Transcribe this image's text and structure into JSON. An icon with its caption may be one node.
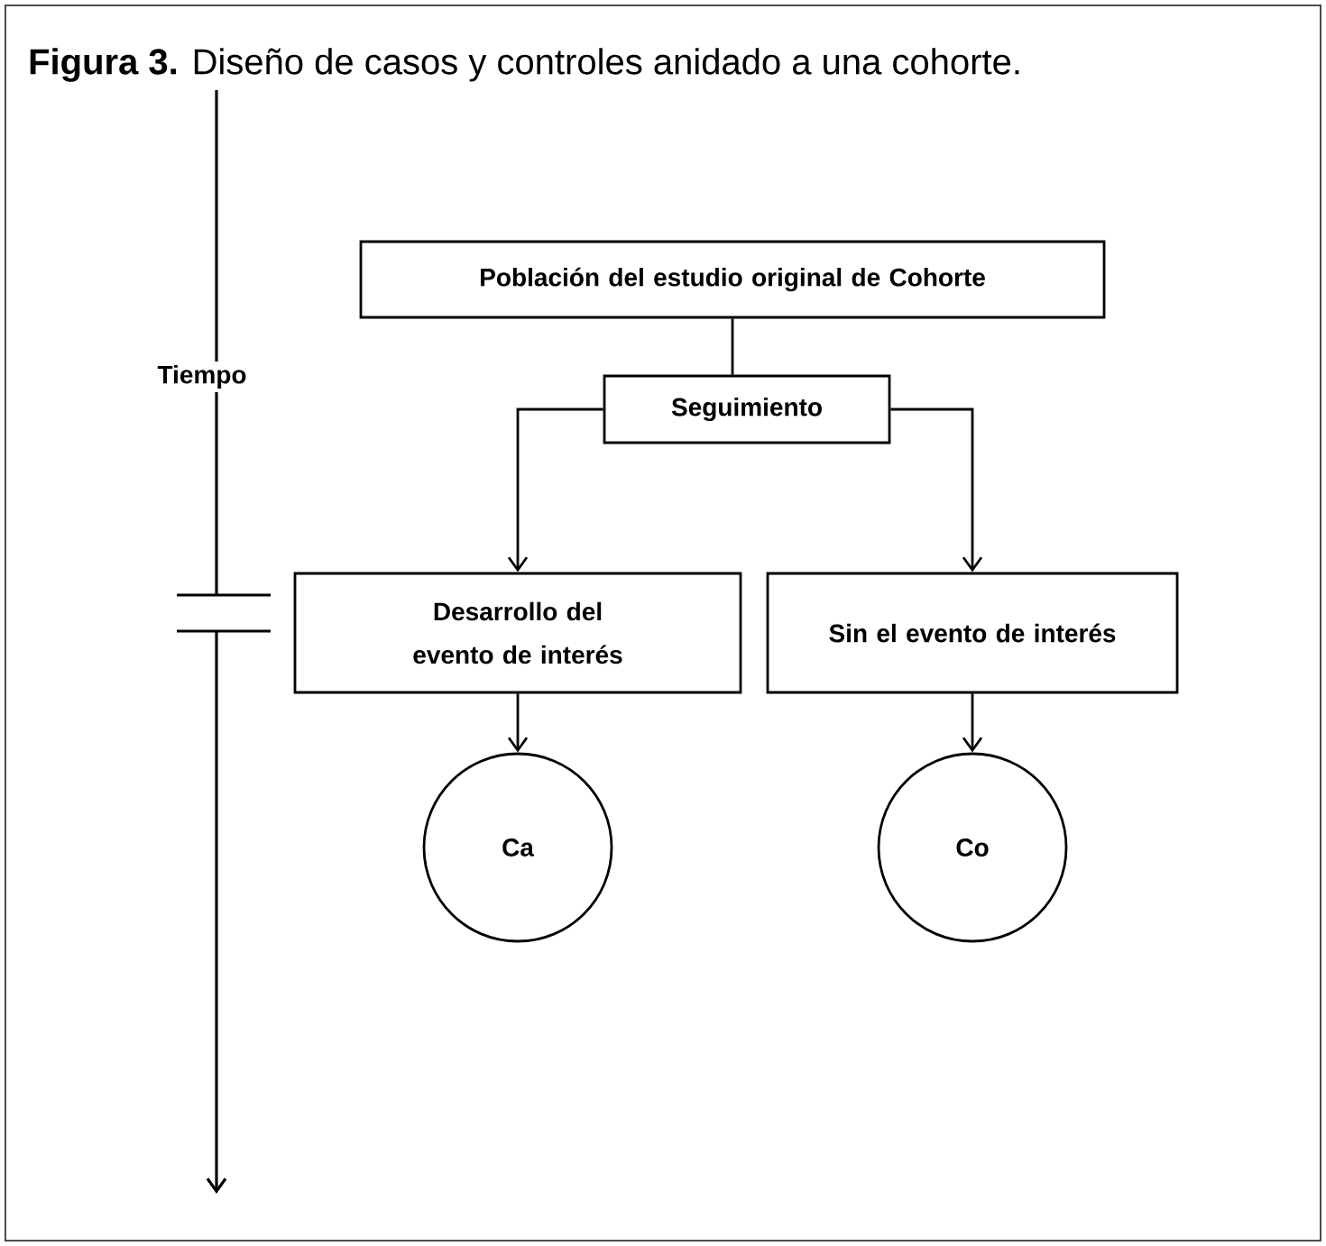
{
  "diagram": {
    "title": "**Figura 3.** Diseño de casos y controles anidado a una cohorte.",
    "nodes": [
      {
        "text": [
          "Población del estudio original de Cohorte"
        ]
      },
      {
        "text": [
          "Seguimiento"
        ]
      },
      {
        "text": [
          "Desarrollo del evento de interés"
        ]
      },
      {
        "text": [
          "Sin el evento de interés"
        ]
      },
      {
        "text": [
          "Ca"
        ]
      },
      {
        "text": [
          "Co"
        ]
      }
    ],
    "edges": [
      {
        "from": 0,
        "to": 1,
        "arrow": "none"
      },
      {
        "from": 1,
        "to": 2,
        "arrow": "to"
      },
      {
        "from": 1,
        "to": 3,
        "arrow": "to"
      },
      {
        "from": 2,
        "to": 4,
        "arrow": "to"
      },
      {
        "from": 3,
        "to": 5,
        "arrow": "to"
      }
    ],
    "labels": [
      "Tiempo"
    ]
  }
}
